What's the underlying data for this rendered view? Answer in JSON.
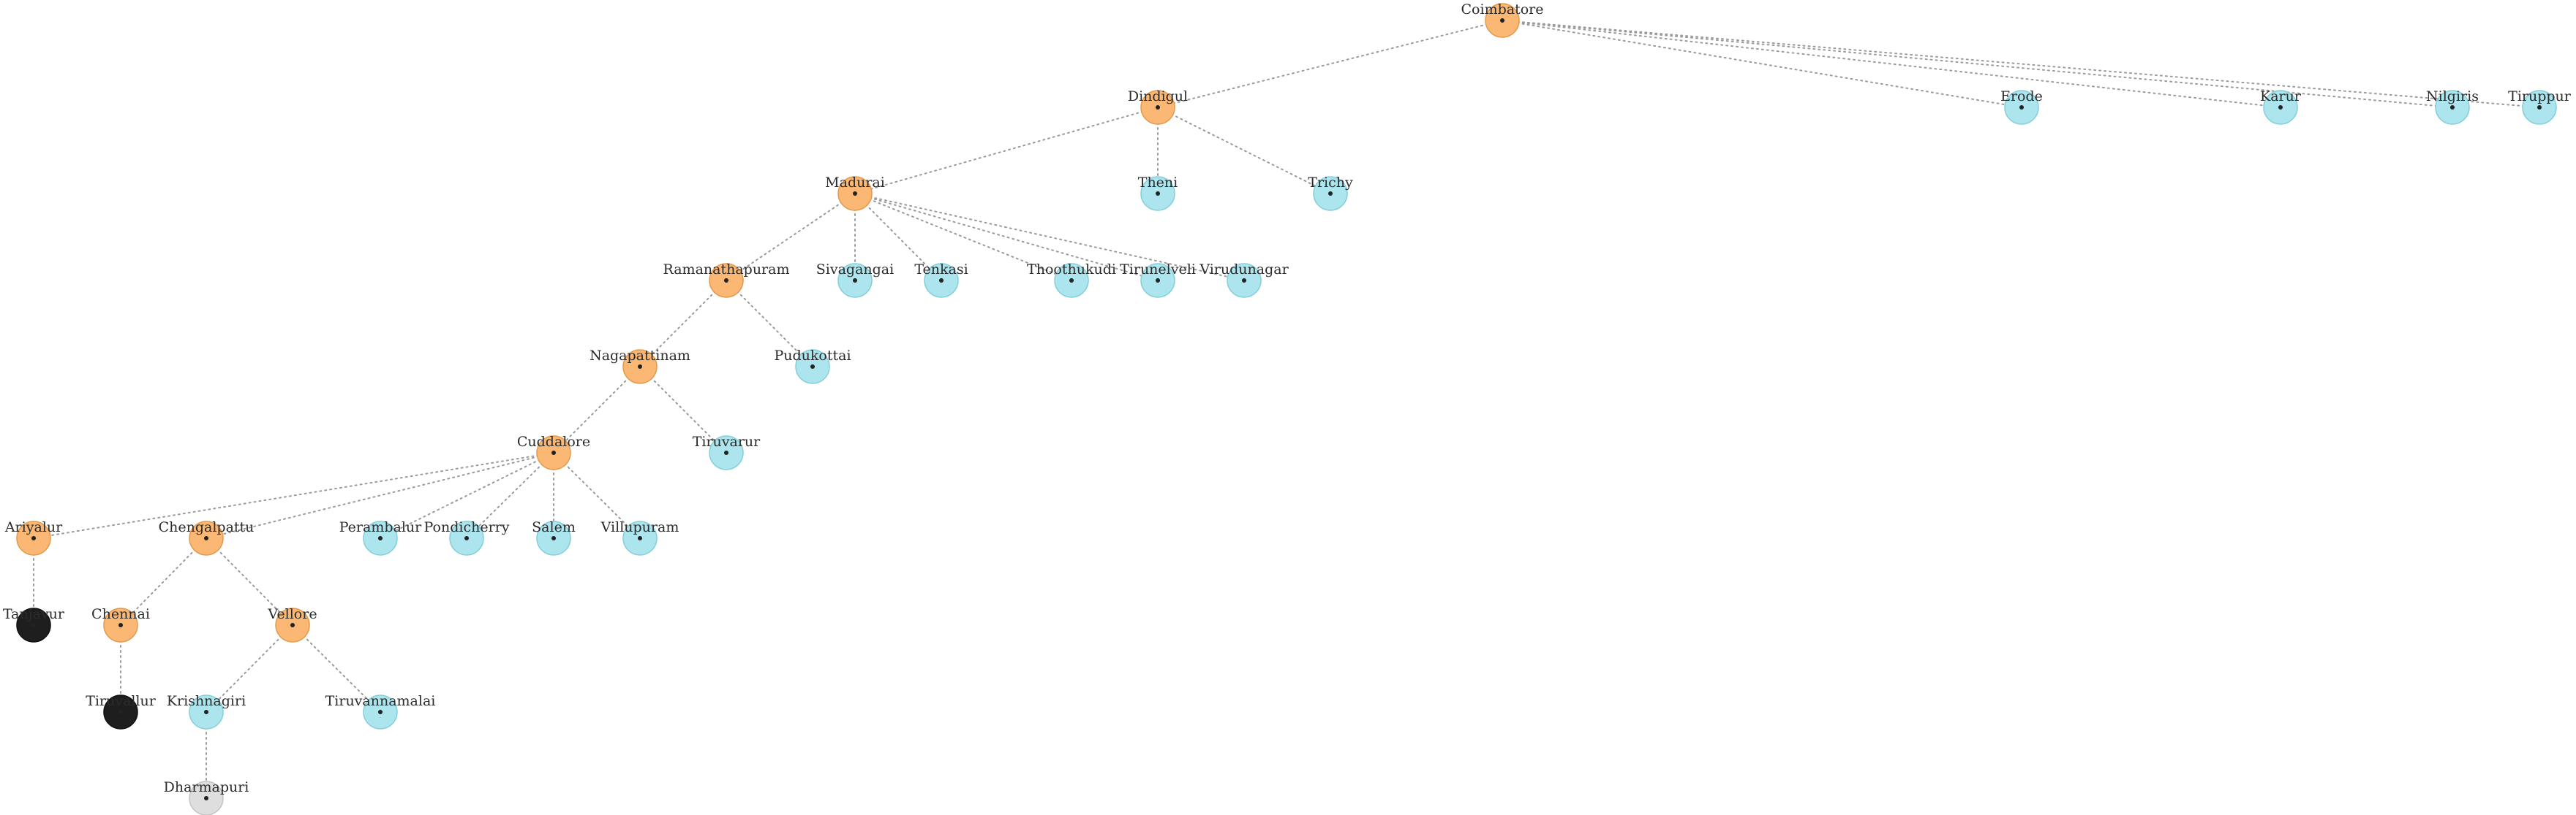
{
  "palette": {
    "internal": "#fbb874",
    "internal_stroke": "#e39a4e",
    "leaf": "#ace5ed",
    "leaf_stroke": "#86cfd9",
    "dark": "#1e1e1e",
    "dark_stroke": "#111111",
    "gray": "#dedede",
    "gray_stroke": "#c4c4c4"
  },
  "nodes": [
    {
      "id": "coimbatore",
      "label": "Coimbatore",
      "kind": "internal"
    },
    {
      "id": "dindigul",
      "label": "Dindigul",
      "kind": "internal"
    },
    {
      "id": "erode",
      "label": "Erode",
      "kind": "leaf"
    },
    {
      "id": "karur",
      "label": "Karur",
      "kind": "leaf"
    },
    {
      "id": "nilgiris",
      "label": "Nilgiris",
      "kind": "leaf"
    },
    {
      "id": "tiruppur",
      "label": "Tiruppur",
      "kind": "leaf"
    },
    {
      "id": "madurai",
      "label": "Madurai",
      "kind": "internal"
    },
    {
      "id": "theni",
      "label": "Theni",
      "kind": "leaf"
    },
    {
      "id": "trichy",
      "label": "Trichy",
      "kind": "leaf"
    },
    {
      "id": "ramanathapuram",
      "label": "Ramanathapuram",
      "kind": "internal"
    },
    {
      "id": "sivagangai",
      "label": "Sivagangai",
      "kind": "leaf"
    },
    {
      "id": "tenkasi",
      "label": "Tenkasi",
      "kind": "leaf"
    },
    {
      "id": "thoothukudi",
      "label": "Thoothukudi",
      "kind": "leaf"
    },
    {
      "id": "tirunelveli",
      "label": "Tirunelveli",
      "kind": "leaf"
    },
    {
      "id": "virudunagar",
      "label": "Virudunagar",
      "kind": "leaf"
    },
    {
      "id": "nagapattinam",
      "label": "Nagapattinam",
      "kind": "internal"
    },
    {
      "id": "pudukottai",
      "label": "Pudukottai",
      "kind": "leaf"
    },
    {
      "id": "cuddalore",
      "label": "Cuddalore",
      "kind": "internal"
    },
    {
      "id": "tiruvarur",
      "label": "Tiruvarur",
      "kind": "leaf"
    },
    {
      "id": "ariyalur",
      "label": "Ariyalur",
      "kind": "internal"
    },
    {
      "id": "chengalpattu",
      "label": "Chengalpattu",
      "kind": "internal"
    },
    {
      "id": "perambalur",
      "label": "Perambalur",
      "kind": "leaf"
    },
    {
      "id": "pondicherry",
      "label": "Pondicherry",
      "kind": "leaf"
    },
    {
      "id": "salem",
      "label": "Salem",
      "kind": "leaf"
    },
    {
      "id": "villupuram",
      "label": "Villupuram",
      "kind": "leaf"
    },
    {
      "id": "tanjavur",
      "label": "Tanjavur",
      "kind": "dark"
    },
    {
      "id": "chennai",
      "label": "Chennai",
      "kind": "internal"
    },
    {
      "id": "vellore",
      "label": "Vellore",
      "kind": "internal"
    },
    {
      "id": "tiruvallur",
      "label": "Tiruvallur",
      "kind": "dark"
    },
    {
      "id": "krishnagiri",
      "label": "Krishnagiri",
      "kind": "leaf"
    },
    {
      "id": "tiruvannamalai",
      "label": "Tiruvannamalai",
      "kind": "leaf"
    },
    {
      "id": "dharmapuri",
      "label": "Dharmapuri",
      "kind": "gray"
    }
  ],
  "edges": [
    [
      "coimbatore",
      "dindigul"
    ],
    [
      "coimbatore",
      "erode"
    ],
    [
      "coimbatore",
      "karur"
    ],
    [
      "coimbatore",
      "nilgiris"
    ],
    [
      "coimbatore",
      "tiruppur"
    ],
    [
      "dindigul",
      "madurai"
    ],
    [
      "dindigul",
      "theni"
    ],
    [
      "dindigul",
      "trichy"
    ],
    [
      "madurai",
      "ramanathapuram"
    ],
    [
      "madurai",
      "sivagangai"
    ],
    [
      "madurai",
      "tenkasi"
    ],
    [
      "madurai",
      "thoothukudi"
    ],
    [
      "madurai",
      "tirunelveli"
    ],
    [
      "madurai",
      "virudunagar"
    ],
    [
      "ramanathapuram",
      "nagapattinam"
    ],
    [
      "ramanathapuram",
      "pudukottai"
    ],
    [
      "nagapattinam",
      "cuddalore"
    ],
    [
      "nagapattinam",
      "tiruvarur"
    ],
    [
      "cuddalore",
      "ariyalur"
    ],
    [
      "cuddalore",
      "chengalpattu"
    ],
    [
      "cuddalore",
      "perambalur"
    ],
    [
      "cuddalore",
      "pondicherry"
    ],
    [
      "cuddalore",
      "salem"
    ],
    [
      "cuddalore",
      "villupuram"
    ],
    [
      "ariyalur",
      "tanjavur"
    ],
    [
      "chengalpattu",
      "chennai"
    ],
    [
      "chengalpattu",
      "vellore"
    ],
    [
      "chennai",
      "tiruvallur"
    ],
    [
      "vellore",
      "krishnagiri"
    ],
    [
      "vellore",
      "tiruvannamalai"
    ],
    [
      "krishnagiri",
      "dharmapuri"
    ]
  ]
}
